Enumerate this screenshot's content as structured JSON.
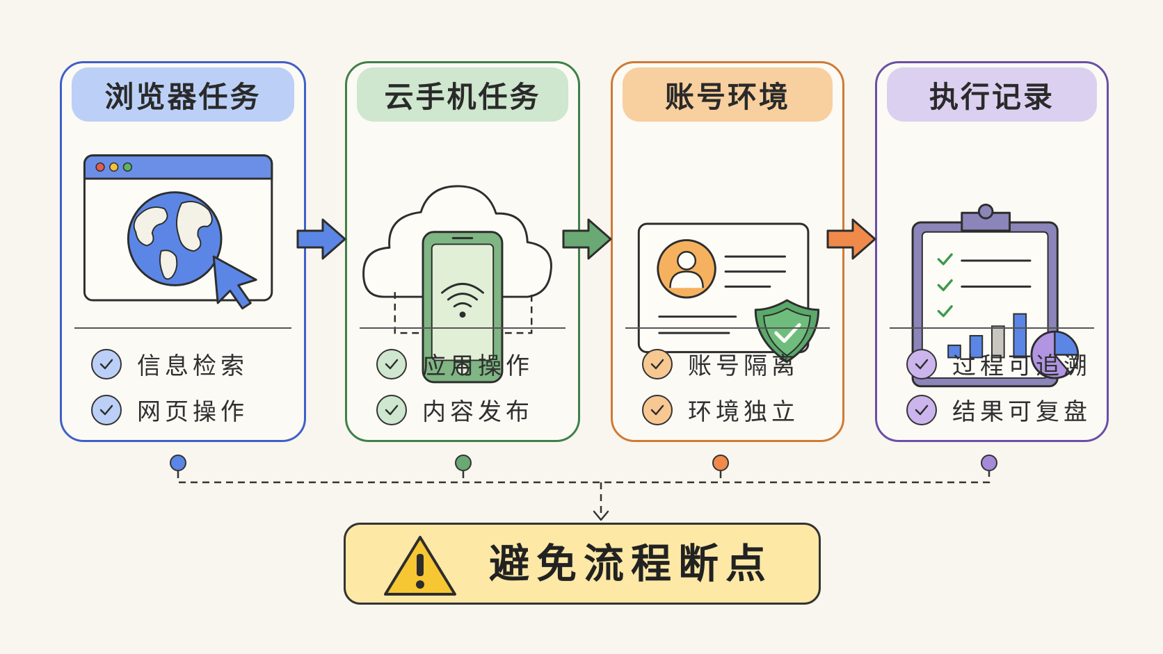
{
  "cards": [
    {
      "title": "浏览器任务",
      "features": [
        "信息检索",
        "网页操作"
      ],
      "icon": "browser-globe-cursor-icon",
      "colors": {
        "border": "#3f5fc9",
        "header": "#bcd0f7",
        "check": "#bcd0f7"
      }
    },
    {
      "title": "云手机任务",
      "features": [
        "应用操作",
        "内容发布"
      ],
      "icon": "cloud-phone-wifi-icon",
      "colors": {
        "border": "#3f8049",
        "header": "#cfe6cf",
        "check": "#cfe6cf"
      }
    },
    {
      "title": "账号环境",
      "features": [
        "账号隔离",
        "环境独立"
      ],
      "icon": "id-card-shield-icon",
      "colors": {
        "border": "#d07a35",
        "header": "#f8cf9e",
        "check": "#f8c892"
      }
    },
    {
      "title": "执行记录",
      "features": [
        "过程可追溯",
        "结果可复盘"
      ],
      "icon": "clipboard-checklist-chart-icon",
      "colors": {
        "border": "#6b4ea8",
        "header": "#dcd0f1",
        "check": "#cbb5ec"
      }
    }
  ],
  "connector_colors": [
    "#5b86e5",
    "#6aa874",
    "#f08a4b",
    "#a58ad8"
  ],
  "warning": {
    "text": "避免流程断点",
    "icon": "warning-triangle-icon",
    "colors": {
      "box": "#fde8a6",
      "triangle": "#f7c633"
    }
  }
}
